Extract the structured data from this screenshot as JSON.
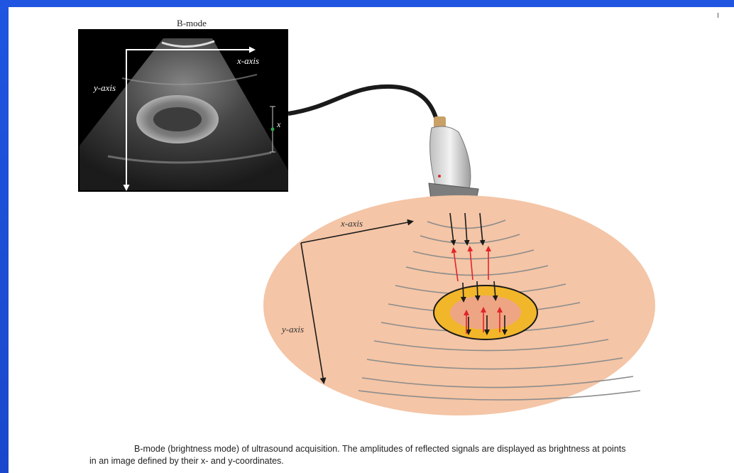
{
  "diagram": {
    "bmode_title": "B-mode",
    "image_x_axis": "x-axis",
    "image_y_axis": "y-axis",
    "image_x_marker": "x",
    "body_x_axis": "x-axis",
    "body_y_axis": "y-axis",
    "colors": {
      "slide_background": "#1a4fd6",
      "tissue": "#f4c5a6",
      "lesion_outer": "#f2b62a",
      "lesion_inner": "#eea583",
      "transmit_arrow": "#1a1a1a",
      "echo_arrow": "#e0252a",
      "wavefront": "#8c8c8c"
    }
  },
  "caption": {
    "line1": "B-mode (brightness mode) of ultrasound acquisition. The amplitudes of reflected signals are displayed as brightness at points",
    "line2": "in an image defined by their x- and y-coordinates."
  }
}
